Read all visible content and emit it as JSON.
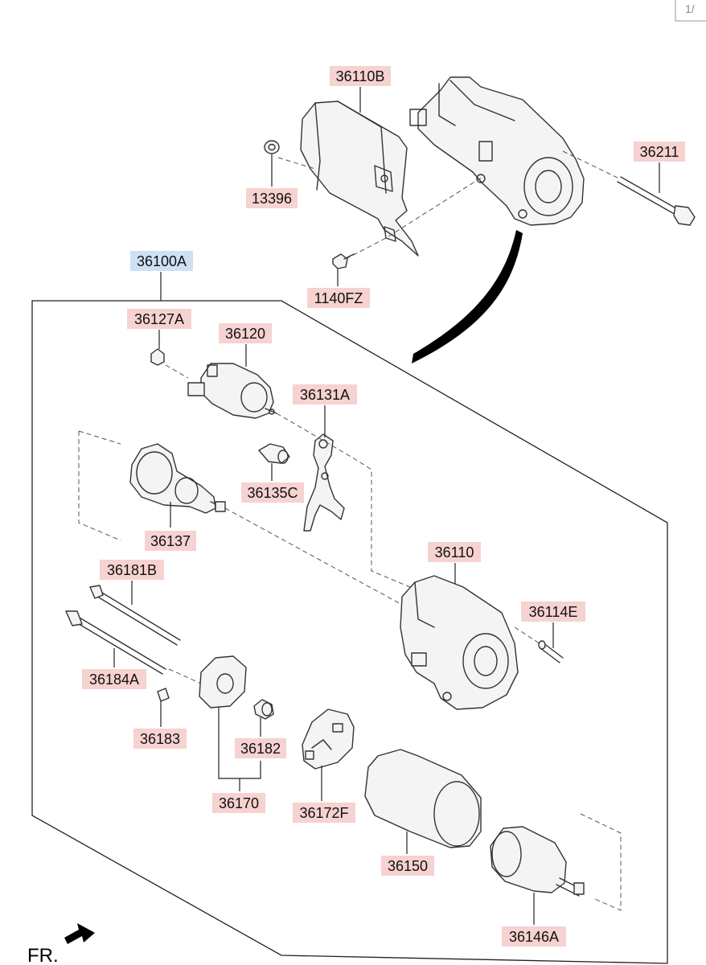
{
  "colors": {
    "label_fill": "#f6d2d0",
    "label_highlight_fill": "#cfe0f4",
    "line": "#222222",
    "part_fill": "#f4f4f4"
  },
  "corner_mark": "1/",
  "direction_label": "FR.",
  "labels": [
    {
      "id": "36110B",
      "text": "36110B",
      "highlight": false
    },
    {
      "id": "13396",
      "text": "13396",
      "highlight": false
    },
    {
      "id": "36211",
      "text": "36211",
      "highlight": false
    },
    {
      "id": "36100A",
      "text": "36100A",
      "highlight": true
    },
    {
      "id": "1140FZ",
      "text": "1140FZ",
      "highlight": false
    },
    {
      "id": "36127A",
      "text": "36127A",
      "highlight": false
    },
    {
      "id": "36120",
      "text": "36120",
      "highlight": false
    },
    {
      "id": "36131A",
      "text": "36131A",
      "highlight": false
    },
    {
      "id": "36135C",
      "text": "36135C",
      "highlight": false
    },
    {
      "id": "36137",
      "text": "36137",
      "highlight": false
    },
    {
      "id": "36110",
      "text": "36110",
      "highlight": false
    },
    {
      "id": "36181B",
      "text": "36181B",
      "highlight": false
    },
    {
      "id": "36114E",
      "text": "36114E",
      "highlight": false
    },
    {
      "id": "36184A",
      "text": "36184A",
      "highlight": false
    },
    {
      "id": "36183",
      "text": "36183",
      "highlight": false
    },
    {
      "id": "36182",
      "text": "36182",
      "highlight": false
    },
    {
      "id": "36170",
      "text": "36170",
      "highlight": false
    },
    {
      "id": "36172F",
      "text": "36172F",
      "highlight": false
    },
    {
      "id": "36150",
      "text": "36150",
      "highlight": false
    },
    {
      "id": "36146A",
      "text": "36146A",
      "highlight": false
    }
  ]
}
